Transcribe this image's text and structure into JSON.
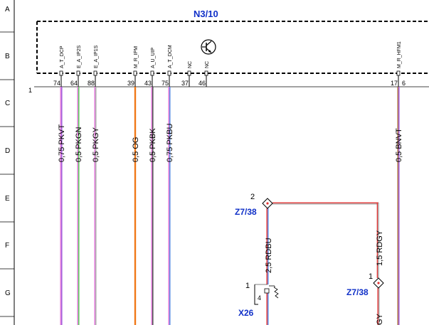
{
  "sheet": {
    "rows": [
      "A",
      "B",
      "C",
      "D",
      "E",
      "F",
      "G"
    ]
  },
  "module": {
    "name": "N3/10",
    "left_index": "1",
    "pins": [
      {
        "pin": "74",
        "signal": "A_T_DCP",
        "wire": "0,75 PKVT",
        "colors": [
          "#e070d8",
          "#9a50d8"
        ]
      },
      {
        "pin": "64",
        "signal": "E_A_IP2S",
        "wire": "0,5 PKGN",
        "colors": [
          "#e070d8",
          "#50c850"
        ]
      },
      {
        "pin": "88",
        "signal": "E_A_IP1S",
        "wire": "0,5 PKGY",
        "colors": [
          "#e070d8",
          "#a8a8a8"
        ]
      },
      {
        "pin": "39",
        "signal": "M_R_IPM",
        "wire": "0,5 OG",
        "colors": [
          "#f07818"
        ]
      },
      {
        "pin": "43",
        "signal": "A_U_UIP",
        "wire": "0,5 PKBK",
        "colors": [
          "#e070d8",
          "#404040"
        ]
      },
      {
        "pin": "75",
        "signal": "A_T_DCM",
        "wire": "0,75 PKBU",
        "colors": [
          "#e070d8",
          "#5080e0"
        ]
      },
      {
        "pin": "37",
        "signal": "NC",
        "wire": "",
        "colors": []
      },
      {
        "pin": "46",
        "signal": "NC",
        "wire": "",
        "colors": []
      },
      {
        "pin": "17",
        "signal": "M_R_HFM1",
        "wire": "0,5 BNVT",
        "colors": [
          "#a86a3a",
          "#9a50d8"
        ]
      },
      {
        "pin": "6",
        "signal": "",
        "wire": "",
        "colors": []
      }
    ]
  },
  "splice_top": {
    "num": "2",
    "label": "Z7/38"
  },
  "splice_right": {
    "num": "1",
    "label": "Z7/38"
  },
  "wire_rdbu": {
    "label": "2,5 RDBU",
    "colors": [
      "#e03030",
      "#5080e0"
    ]
  },
  "wire_rdgy": {
    "label": "1,5 RDGY",
    "colors": [
      "#e03030",
      "#a8a8a8"
    ]
  },
  "wire_gy_partial": "GY",
  "connector_x26": {
    "label": "X26",
    "pin_num": "1",
    "inner_num": "4"
  },
  "colors": {
    "accent_blue": "#1030c8",
    "frame": "#000000"
  }
}
